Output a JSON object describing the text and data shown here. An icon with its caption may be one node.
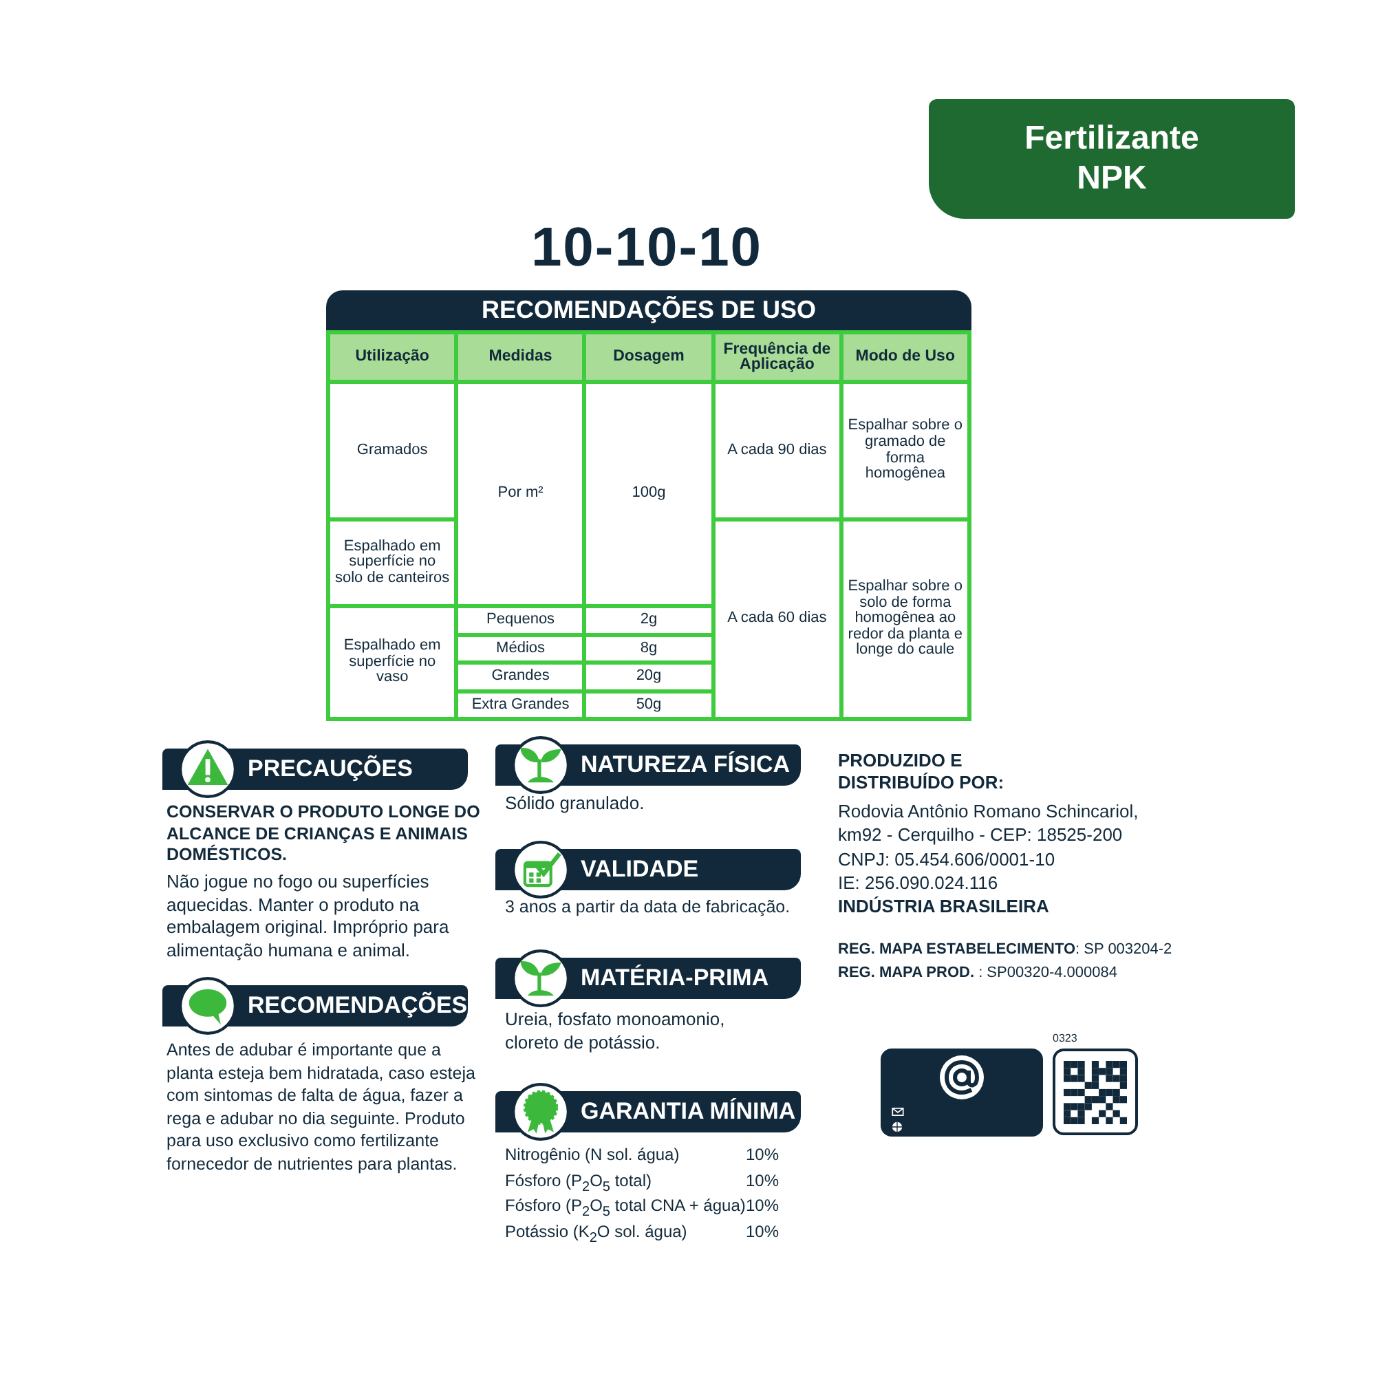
{
  "diagram": {
    "title": "10-10-10",
    "nodes": [
      {
        "text": [
          "Fertilizante NPK"
        ]
      },
      {
        "text": [
          "RECOMENDAÇÕES DE USO"
        ]
      },
      {
        "text": [
          "PRECAUÇÕES"
        ]
      },
      {
        "text": [
          "RECOMENDAÇÕES"
        ]
      },
      {
        "text": [
          "NATUREZA FÍSICA"
        ]
      },
      {
        "text": [
          "VALIDADE"
        ]
      },
      {
        "text": [
          "MATÉRIA-PRIMA"
        ]
      },
      {
        "text": [
          "GARANTIA MÍNIMA"
        ]
      }
    ],
    "labels": [
      "Utilização",
      "Medidas",
      "Dosagem",
      "Frequência de Aplicação",
      "Modo de Uso",
      "Gramados",
      "Por m²",
      "100g",
      "A cada 90 dias",
      "Espalhar sobre o gramado de forma homogênea",
      "Espalhado em superfície no solo de canteiros",
      "A cada 60 dias",
      "Espalhar sobre o solo de forma homogênea ao redor da planta e longe do caule",
      "Espalhado em superfície no vaso",
      "Pequenos",
      "2g",
      "Médios",
      "8g",
      "Grandes",
      "20g",
      "Extra Grandes",
      "50g",
      "CONSERVAR O PRODUTO LONGE DO ALCANCE DE CRIANÇAS E ANIMAIS DOMÉSTICOS.",
      "Não jogue no fogo ou superfícies aquecidas. Manter o produto na embalagem original. Impróprio para alimentação humana e animal.",
      "Antes de adubar é importante que a planta esteja bem hidratada, caso esteja com sintomas de falta de água, fazer a rega e adubar no dia seguinte. Produto para uso exclusivo como fertilizante fornecedor de nutrientes para plantas.",
      "Sólido granulado.",
      "3 anos a partir da data de fabricação.",
      "Ureia, fosfato monoamonio, cloreto de potássio.",
      "Nitrogênio (N sol. água)",
      "10%",
      "Fósforo (P$_{2}$O$_{5}$ total)",
      "10%",
      "Fósforo (P$_{2}$O$_{5}$ total CNA + água)",
      "10%",
      "Potássio (K$_{2}$O sol. água)",
      "10%",
      "PRODUZIDO E DISTRIBUÍDO POR:",
      "Rodovia Antônio Romano Schincariol, km92 - Cerquilho - CEP: 18525-200",
      "CNPJ: 05.454.606/0001-10",
      "IE: 256.090.024.116",
      "INDÚSTRIA BRASILEIRA",
      "**REG. MAPA ESTABELECIMENTO**: SP 003204-2",
      "**REG. MAPA PROD.** : SP00320-4.000084",
      "0323"
    ]
  }
}
